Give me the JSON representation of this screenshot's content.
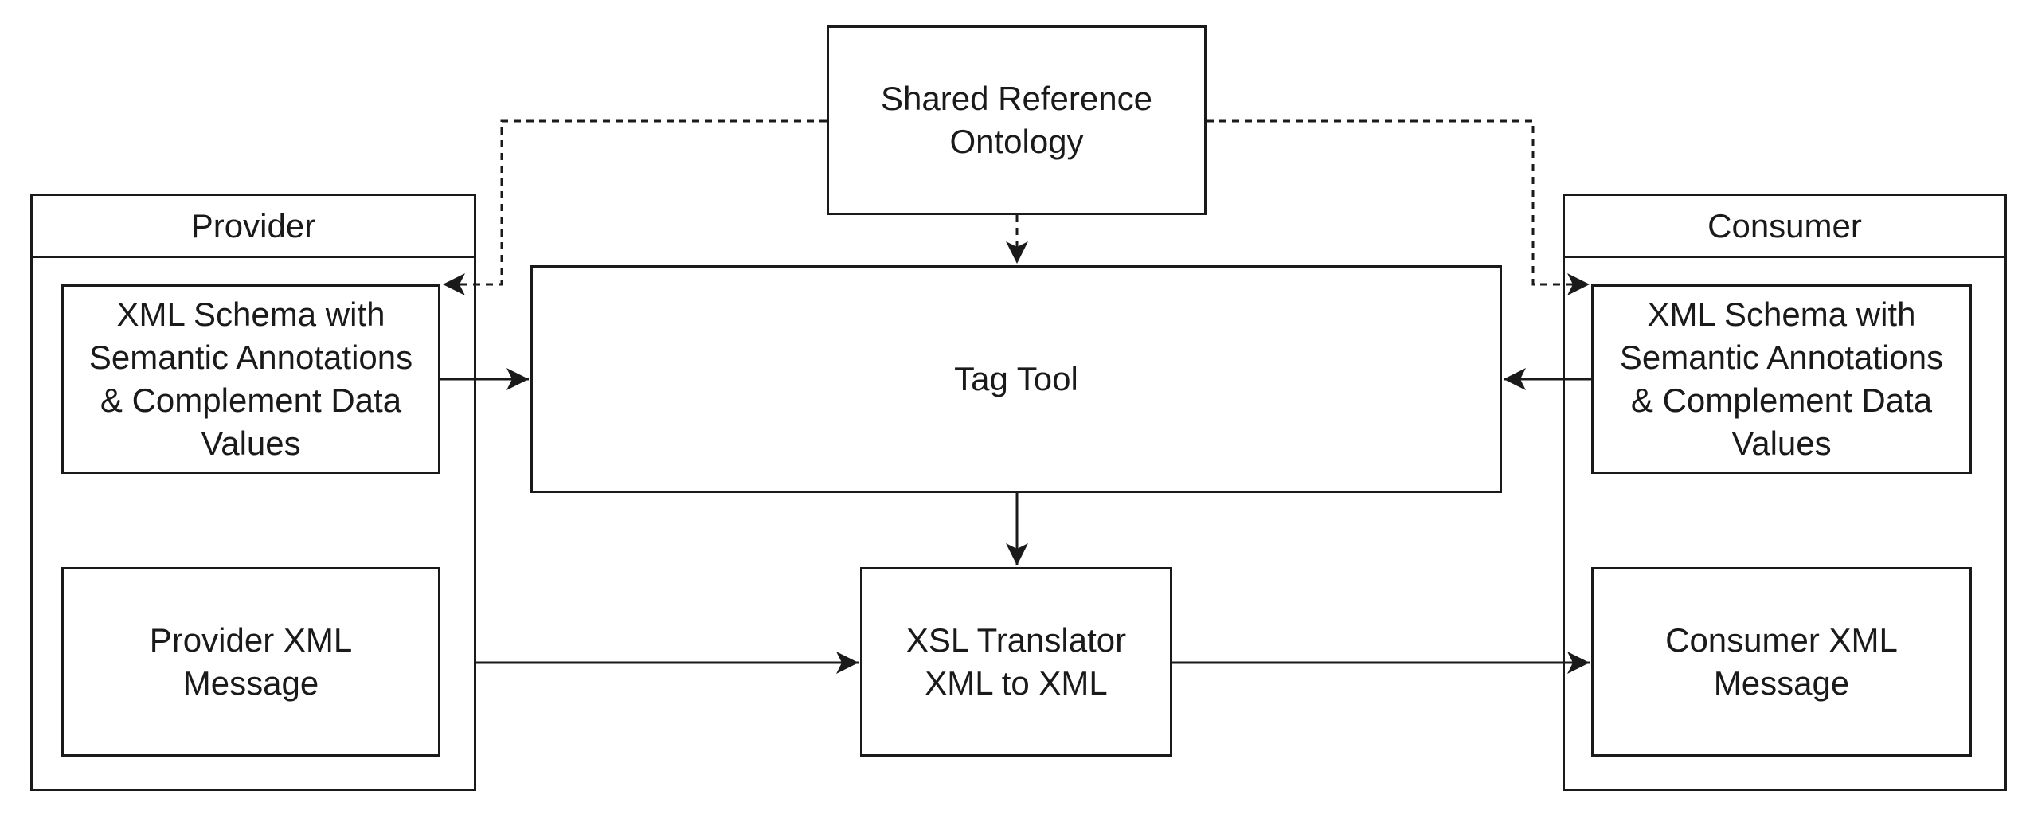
{
  "diagram": {
    "colors": {
      "stroke": "#1a1a1a",
      "background": "#ffffff"
    },
    "ontology": {
      "label": "Shared Reference\nOntology"
    },
    "tag_tool": {
      "label": "Tag Tool"
    },
    "translator": {
      "label": "XSL Translator\nXML to XML"
    },
    "provider": {
      "title": "Provider",
      "schema": "XML Schema with\nSemantic Annotations\n& Complement Data\nValues",
      "message": "Provider XML\nMessage"
    },
    "consumer": {
      "title": "Consumer",
      "schema": "XML Schema with\nSemantic Annotations\n& Complement Data\nValues",
      "message": "Consumer XML\nMessage"
    }
  }
}
